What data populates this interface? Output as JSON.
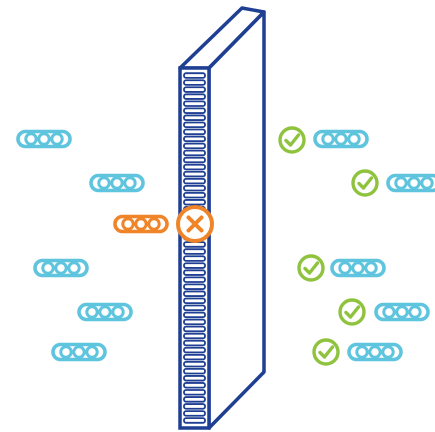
{
  "colors": {
    "background": "#ffffff",
    "membrane": "#1f3f93",
    "particle_incoming": "#5fc4dd",
    "particle_passed": "#5fc4dd",
    "blocked": "#f08428",
    "check": "#8fc33e"
  },
  "diagram": {
    "membrane": {
      "icon": "membrane-filter",
      "slot_count": 50
    },
    "incoming_particles": [
      {
        "id": "incoming-1",
        "icon": "pill-capsule-icon"
      },
      {
        "id": "incoming-2",
        "icon": "pill-capsule-icon"
      },
      {
        "id": "incoming-3",
        "icon": "pill-capsule-icon"
      },
      {
        "id": "incoming-4",
        "icon": "pill-capsule-icon"
      },
      {
        "id": "incoming-5",
        "icon": "pill-capsule-icon"
      }
    ],
    "blocked_particle": {
      "icon": "pill-capsule-icon",
      "status_icon": "x-circle-icon",
      "status": "blocked"
    },
    "passed_particles": [
      {
        "id": "passed-1",
        "icon": "pill-capsule-icon",
        "status_icon": "check-circle-icon",
        "status": "passed"
      },
      {
        "id": "passed-2",
        "icon": "pill-capsule-icon",
        "status_icon": "check-circle-icon",
        "status": "passed"
      },
      {
        "id": "passed-3",
        "icon": "pill-capsule-icon",
        "status_icon": "check-circle-icon",
        "status": "passed"
      },
      {
        "id": "passed-4",
        "icon": "pill-capsule-icon",
        "status_icon": "check-circle-icon",
        "status": "passed"
      },
      {
        "id": "passed-5",
        "icon": "pill-capsule-icon",
        "status_icon": "check-circle-icon",
        "status": "passed"
      }
    ]
  }
}
